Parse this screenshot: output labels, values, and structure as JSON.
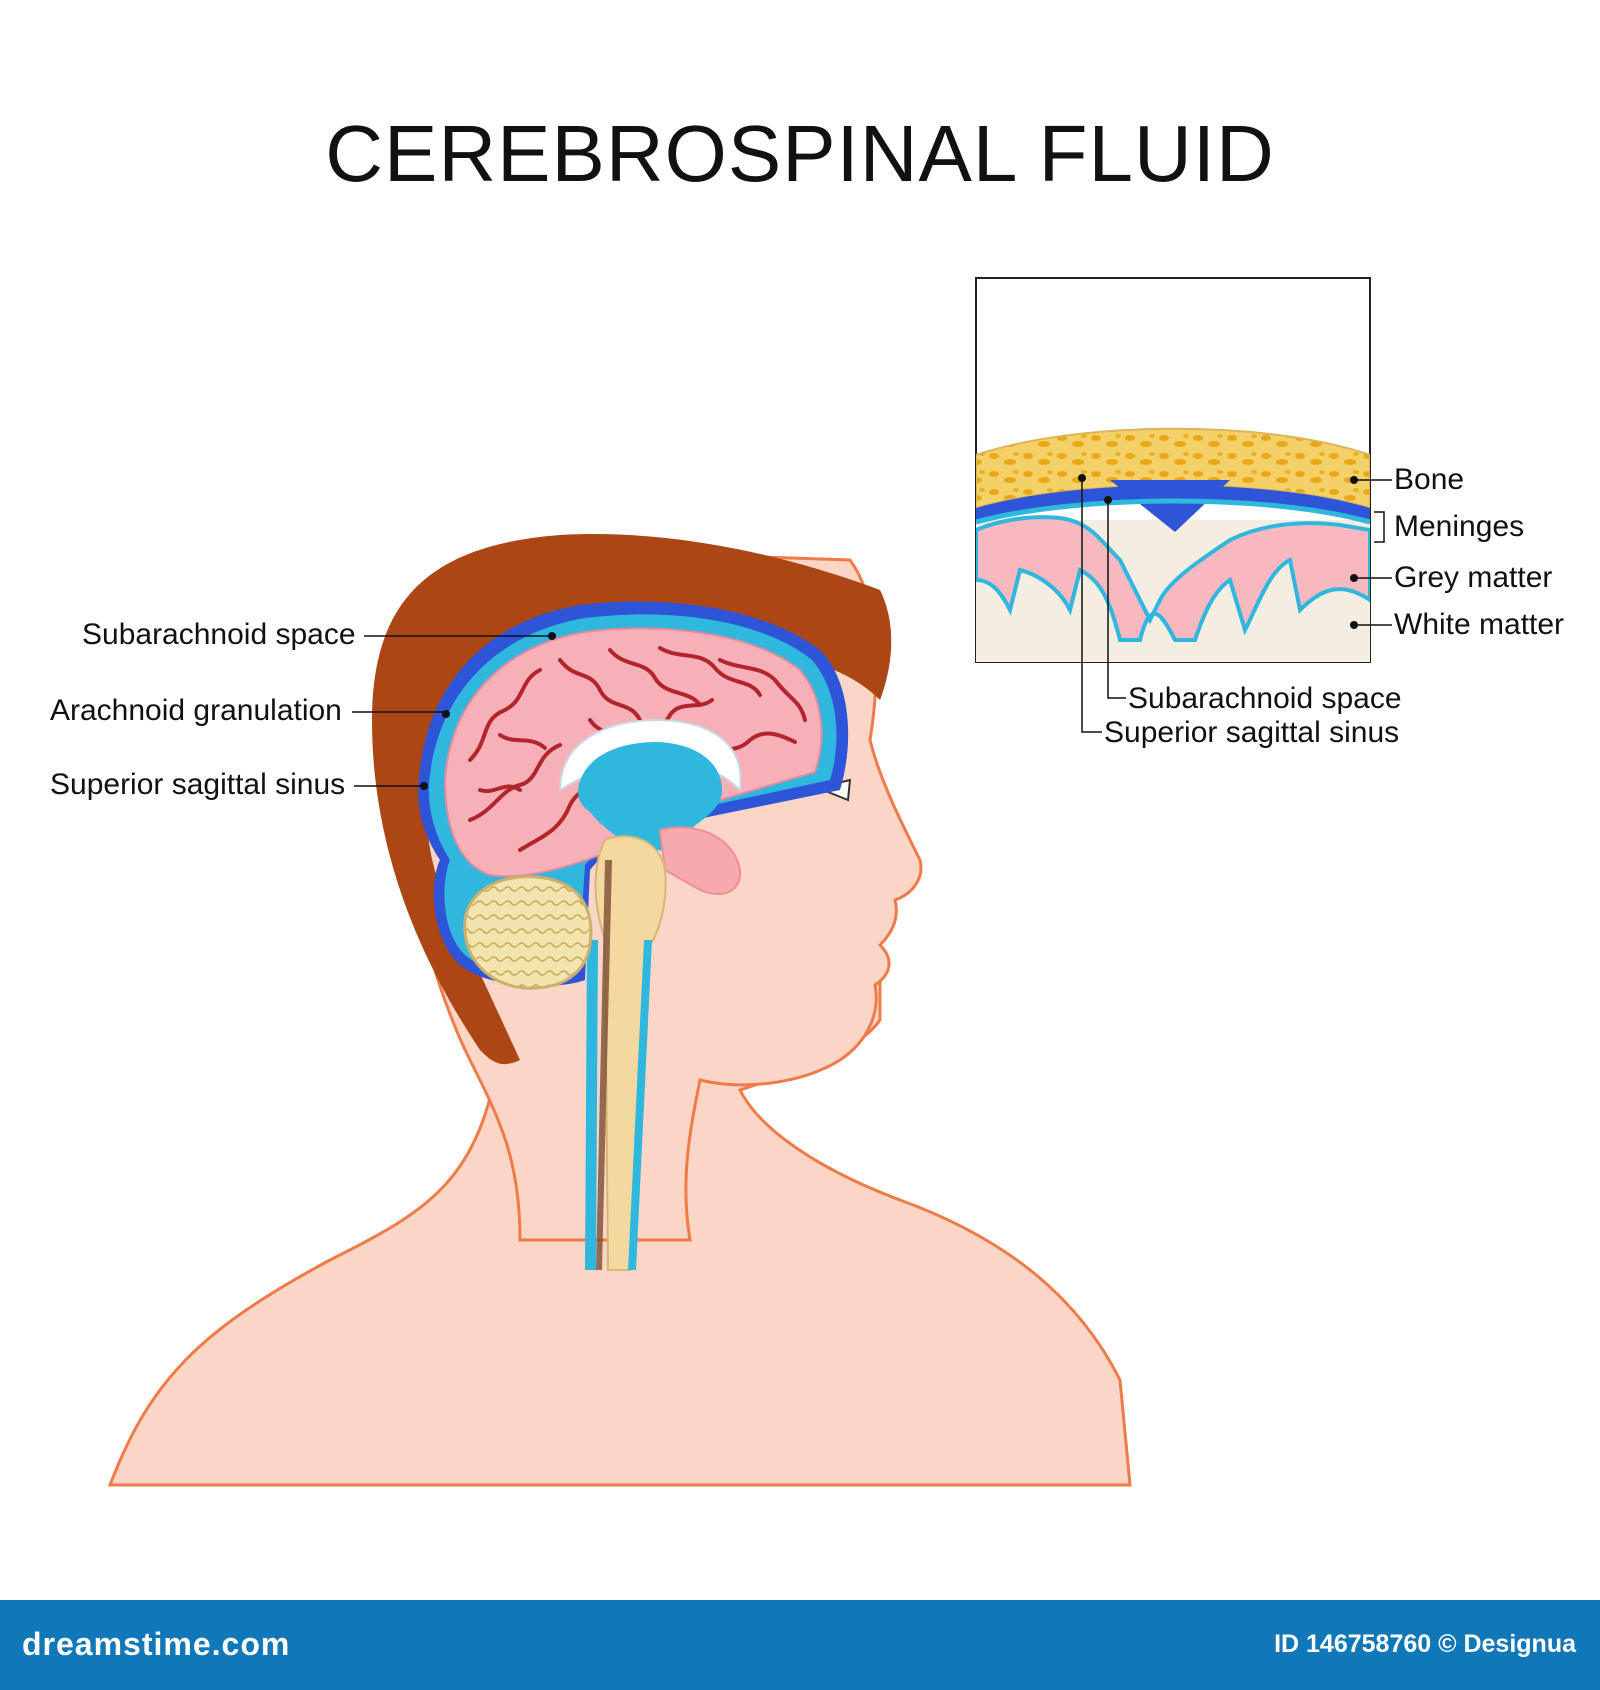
{
  "title": "CEREBROSPINAL FLUID",
  "head_labels": {
    "subarachnoid_space": "Subarachnoid space",
    "arachnoid_granulation": "Arachnoid granulation",
    "superior_sagittal_sinus": "Superior sagittal sinus"
  },
  "inset_labels": {
    "bone": "Bone",
    "meninges": "Meninges",
    "grey_matter": "Grey matter",
    "white_matter": "White matter",
    "subarachnoid_space": "Subarachnoid space",
    "superior_sagittal_sinus": "Superior sagittal sinus"
  },
  "footer": {
    "brand": "dreamstime.com",
    "id_text": "ID 146758760 © Designua"
  },
  "colors": {
    "skin": "#fbd6c7",
    "skin_outline": "#ef7b49",
    "hair": "#ac4614",
    "csf_dark": "#2e55d8",
    "csf_light": "#2fb7dd",
    "brain": "#f8b0b8",
    "brain_folds": "#b3252c",
    "bone": "#f0c21d",
    "footer": "#1077b8"
  }
}
